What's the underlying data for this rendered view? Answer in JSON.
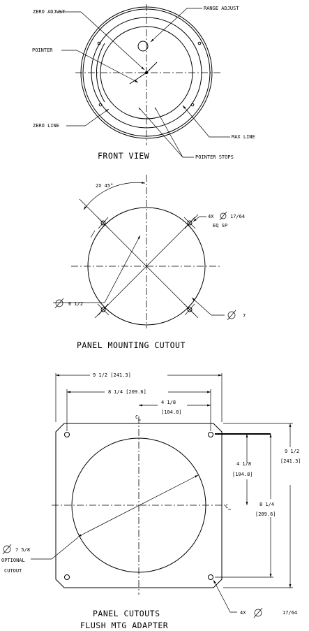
{
  "front_view": {
    "title": "FRONT VIEW",
    "labels": {
      "zero_adjust": "ZERO ADJUST",
      "range_adjust": "RANGE ADJUST",
      "pointer": "POINTER",
      "zero_line": "ZERO LINE",
      "max_line": "MAX LINE",
      "pointer_stops": "POINTER STOPS"
    }
  },
  "mounting": {
    "title": "PANEL MOUNTING CUTOUT",
    "angle": "2X 45°",
    "holes": "4X",
    "hole_size": "17/64",
    "eq_sp": "EQ SP",
    "diam_inner": "6 1/2",
    "diam_outer": "7"
  },
  "adapter": {
    "title_1": "PANEL CUTOUTS",
    "title_2": "FLUSH MTG ADAPTER",
    "width_total": "9 1/2 [241.3]",
    "width_holes": "8 1/4 [209.6]",
    "half_in": "4 1/8",
    "half_mm": "[104.8]",
    "height_total_in": "9 1/2",
    "height_total_mm": "[241.3]",
    "height_holes_in": "8 1/4",
    "height_holes_mm": "[209.6]",
    "opt_diam": "7 5/8",
    "optional": "OPTIONAL",
    "cutout": "CUTOUT",
    "holes": "4X",
    "hole_size": "17/64",
    "cl": "C"
  }
}
